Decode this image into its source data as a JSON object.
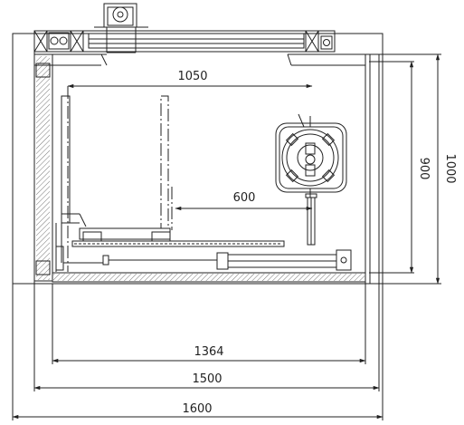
{
  "dimensions": {
    "inner_width": "1050",
    "offset": "600",
    "inner_height": "900",
    "outer_height": "1000",
    "frame_width": "1364",
    "body_width": "1500",
    "overall_width": "1600"
  },
  "colors": {
    "line": "#222222",
    "hatch": "#777777",
    "background": "#ffffff"
  }
}
